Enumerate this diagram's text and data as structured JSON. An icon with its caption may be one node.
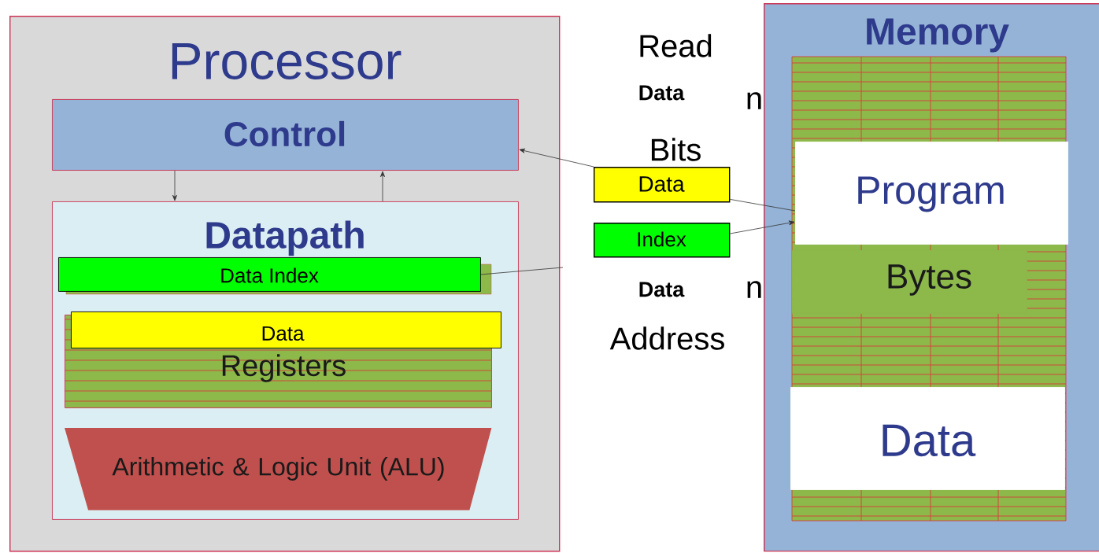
{
  "diagram": {
    "nodes": [
      {
        "text": [
          "Processor"
        ]
      },
      {
        "text": [
          "Control"
        ],
        "in": 0
      },
      {
        "text": [
          "Datapath"
        ],
        "in": 0
      },
      {
        "text": [
          "Data Index"
        ],
        "in": 2
      },
      {
        "text": [
          "Registers"
        ],
        "in": 2
      },
      {
        "text": [
          "Data"
        ],
        "in": 2
      },
      {
        "text": [
          "Arithmetic & Logic Unit (ALU)"
        ],
        "in": 2
      },
      {
        "text": [
          "Memory"
        ]
      },
      {
        "text": [
          "Program"
        ],
        "in": 7
      },
      {
        "text": [
          "Bytes"
        ],
        "in": 7
      },
      {
        "text": [
          "Data"
        ],
        "in": 7
      },
      {
        "text": [
          "Data"
        ]
      },
      {
        "text": [
          "Index"
        ]
      }
    ],
    "edges": [
      {
        "from": 1,
        "to": 2,
        "arrow": "to"
      },
      {
        "from": 2,
        "to": 1,
        "arrow": "to"
      },
      {
        "from": 11,
        "to": 1,
        "arrow": "to"
      },
      {
        "from": 11,
        "to": 8,
        "arrow": "none"
      },
      {
        "from": 12,
        "to": 8,
        "arrow": "to"
      },
      {
        "from": 3,
        "to": null,
        "arrow": "none"
      }
    ],
    "labels": [
      "Read",
      "Data",
      "n",
      "Bits",
      "Data",
      "n",
      "Address"
    ]
  }
}
